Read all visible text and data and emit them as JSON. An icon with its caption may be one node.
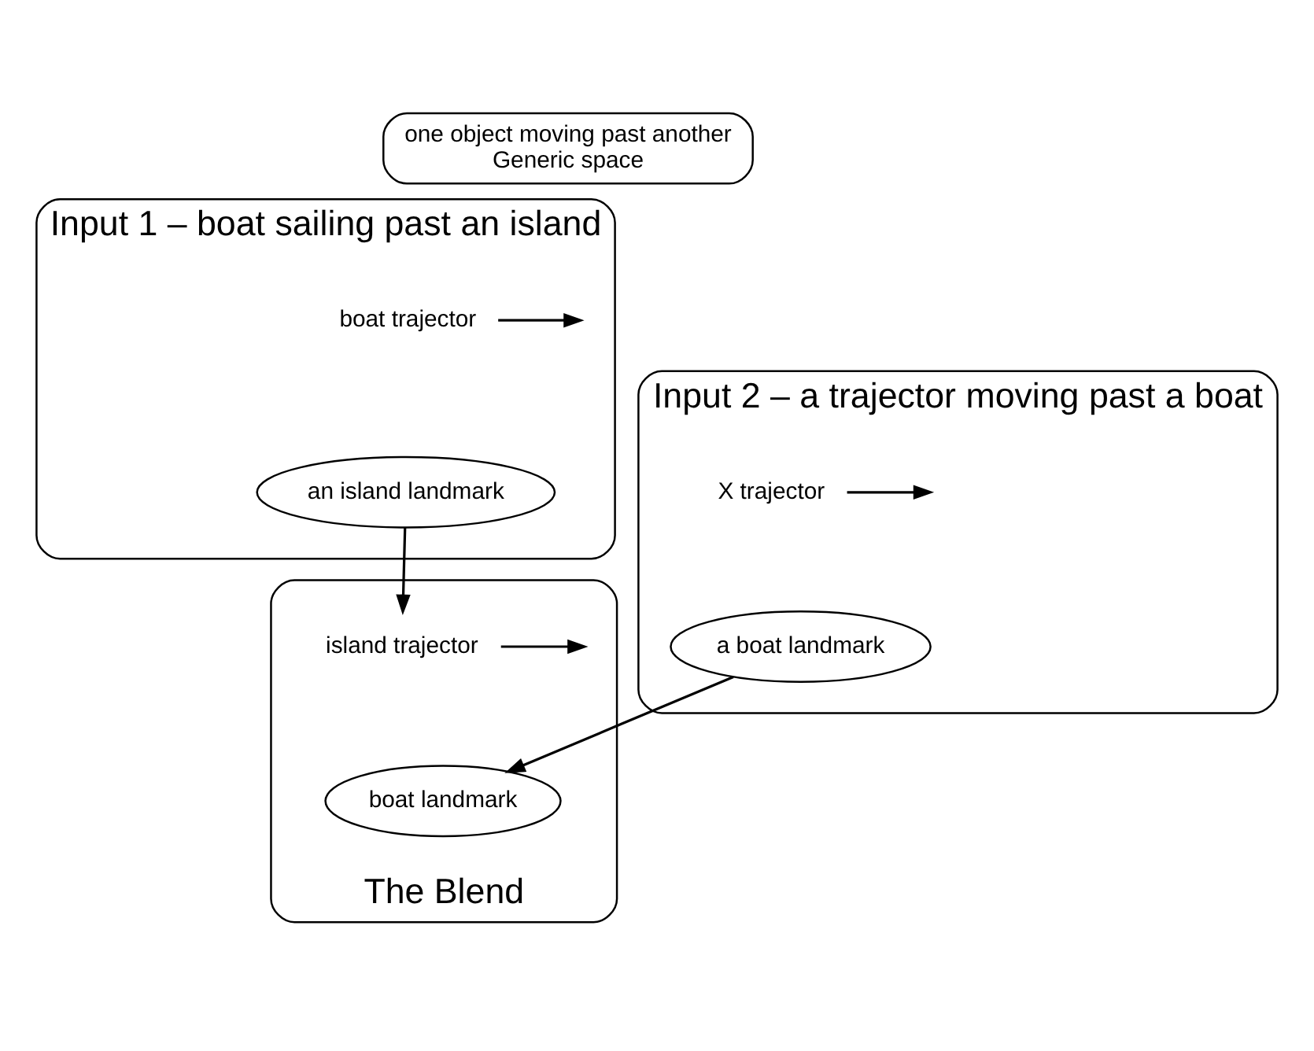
{
  "diagram": {
    "nodes": [
      {
        "text": [
          "one object moving past another",
          "Generic space"
        ]
      },
      {
        "text": [
          "Input 1 – boat sailing past an island"
        ]
      },
      {
        "text": [
          "boat trajector"
        ],
        "in": 1
      },
      {
        "text": [
          "an island landmark"
        ],
        "in": 1
      },
      {
        "text": [
          "Input 2 – a trajector moving past a boat"
        ]
      },
      {
        "text": [
          "X trajector"
        ],
        "in": 4
      },
      {
        "text": [
          "a boat landmark"
        ],
        "in": 4
      },
      {
        "text": [
          "The Blend"
        ]
      },
      {
        "text": [
          "island trajector"
        ],
        "in": 7
      },
      {
        "text": [
          "boat landmark"
        ],
        "in": 7
      }
    ],
    "edges": [
      {
        "from": 2,
        "to": null,
        "arrow": "to"
      },
      {
        "from": 5,
        "to": null,
        "arrow": "to"
      },
      {
        "from": 3,
        "to": 8,
        "arrow": "to"
      },
      {
        "from": 6,
        "to": 9,
        "arrow": "to"
      },
      {
        "from": 8,
        "to": null,
        "arrow": "to"
      }
    ]
  }
}
